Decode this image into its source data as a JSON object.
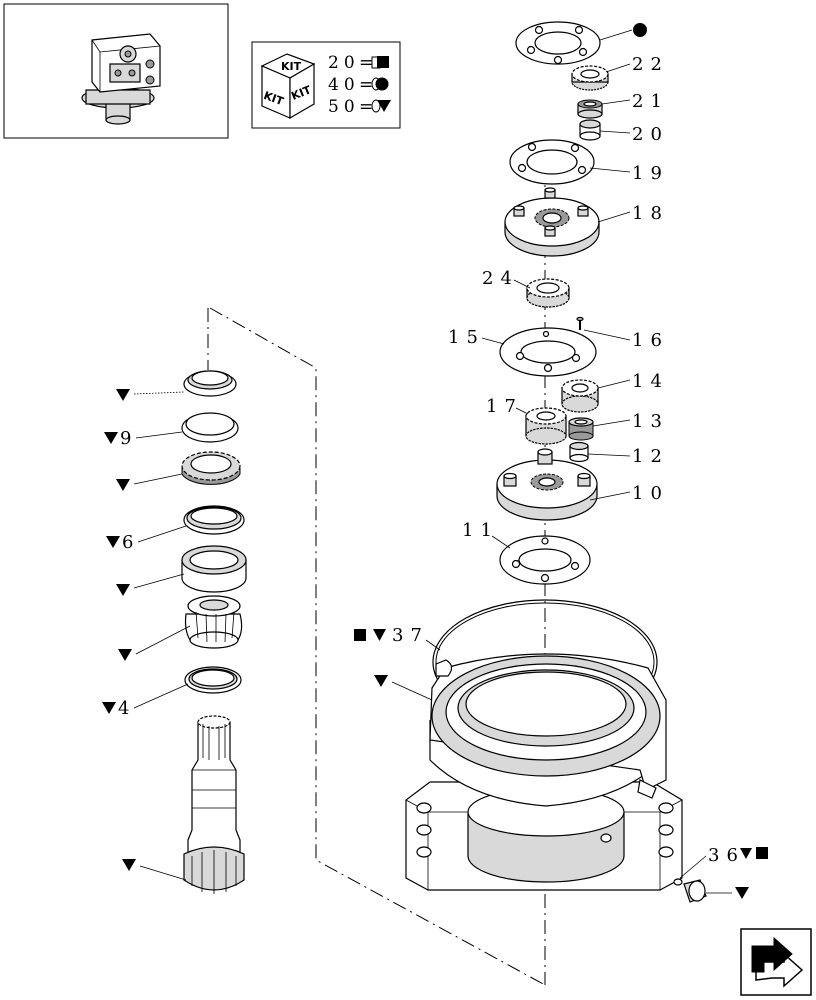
{
  "thumbnail": {
    "icon": "hydraulic-motor-assembly-thumbnail"
  },
  "kit_legend": {
    "cube_text": "KIT",
    "entries": [
      {
        "number": "20",
        "symbol": "square"
      },
      {
        "number": "40",
        "symbol": "circle"
      },
      {
        "number": "50",
        "symbol": "triangle"
      }
    ]
  },
  "callouts": {
    "c_circle_top": "●",
    "c22": "22",
    "c21": "21",
    "c20": "20",
    "c19": "19",
    "c18": "18",
    "c24": "24",
    "c15": "15",
    "c16": "16",
    "c14": "14",
    "c17": "17",
    "c13": "13",
    "c12": "12",
    "c10": "10",
    "c11": "11",
    "c37": "37",
    "c36": "36",
    "left_9": "9",
    "left_6": "6",
    "left_4": "4"
  },
  "symbol_colors": {
    "ink": "#000000",
    "paper": "#ffffff",
    "shade": "#d9d9d9"
  },
  "nav": {
    "icon": "return-arrow-icon"
  }
}
